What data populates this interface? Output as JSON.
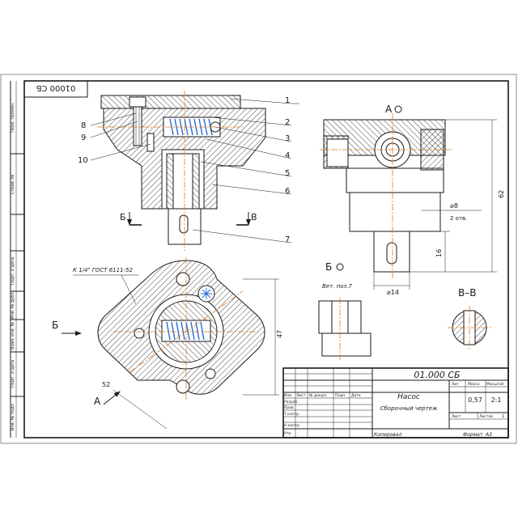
{
  "drawing": {
    "doc_code": "01.000 СБ",
    "doc_code_stamp": "01000 СБ",
    "title": "Насос",
    "subtitle": "Сборочный чертеж",
    "mass": "0,57",
    "scale": "2:1",
    "sheet_label": "Лист",
    "sheets_label": "Листов",
    "sheets_count": "1",
    "copied_label": "Копировал",
    "format_label": "Формат",
    "format_value": "А3"
  },
  "title_block": {
    "col_headers": [
      "Изм",
      "Лист",
      "№ докум.",
      "Подп.",
      "Дата"
    ],
    "row_labels": [
      "Разраб.",
      "Пров.",
      "Т.контр.",
      "Н.контр.",
      "Утв."
    ],
    "lit_label": "Лит",
    "mass_label": "Масса",
    "scale_label": "Масштаб"
  },
  "side_stamp": {
    "cells": [
      "Перв. примен.",
      "Справ. №",
      "Подп. и дата",
      "Инв. № дубл.",
      "Взам. инв. №",
      "Подп. и дата",
      "Инв. № подл."
    ]
  },
  "leaders": [
    "1",
    "2",
    "3",
    "4",
    "5",
    "6",
    "7",
    "8",
    "9",
    "10"
  ],
  "views": {
    "section_left": "Б",
    "section_right": "В",
    "view_a": "А",
    "view_b": "Б",
    "view_b_note": "Вет. поз.7",
    "section_vv": "В–В",
    "thread_note": "К 1/4\" ГОСТ 6111-52",
    "arrow_b": "Б",
    "arrow_a": "А"
  },
  "dimensions": {
    "d62": "62",
    "d16": "16",
    "d14": "⌀14",
    "d8": "⌀8",
    "d8_note": "2 отв.",
    "d47": "47",
    "d52": "52"
  }
}
